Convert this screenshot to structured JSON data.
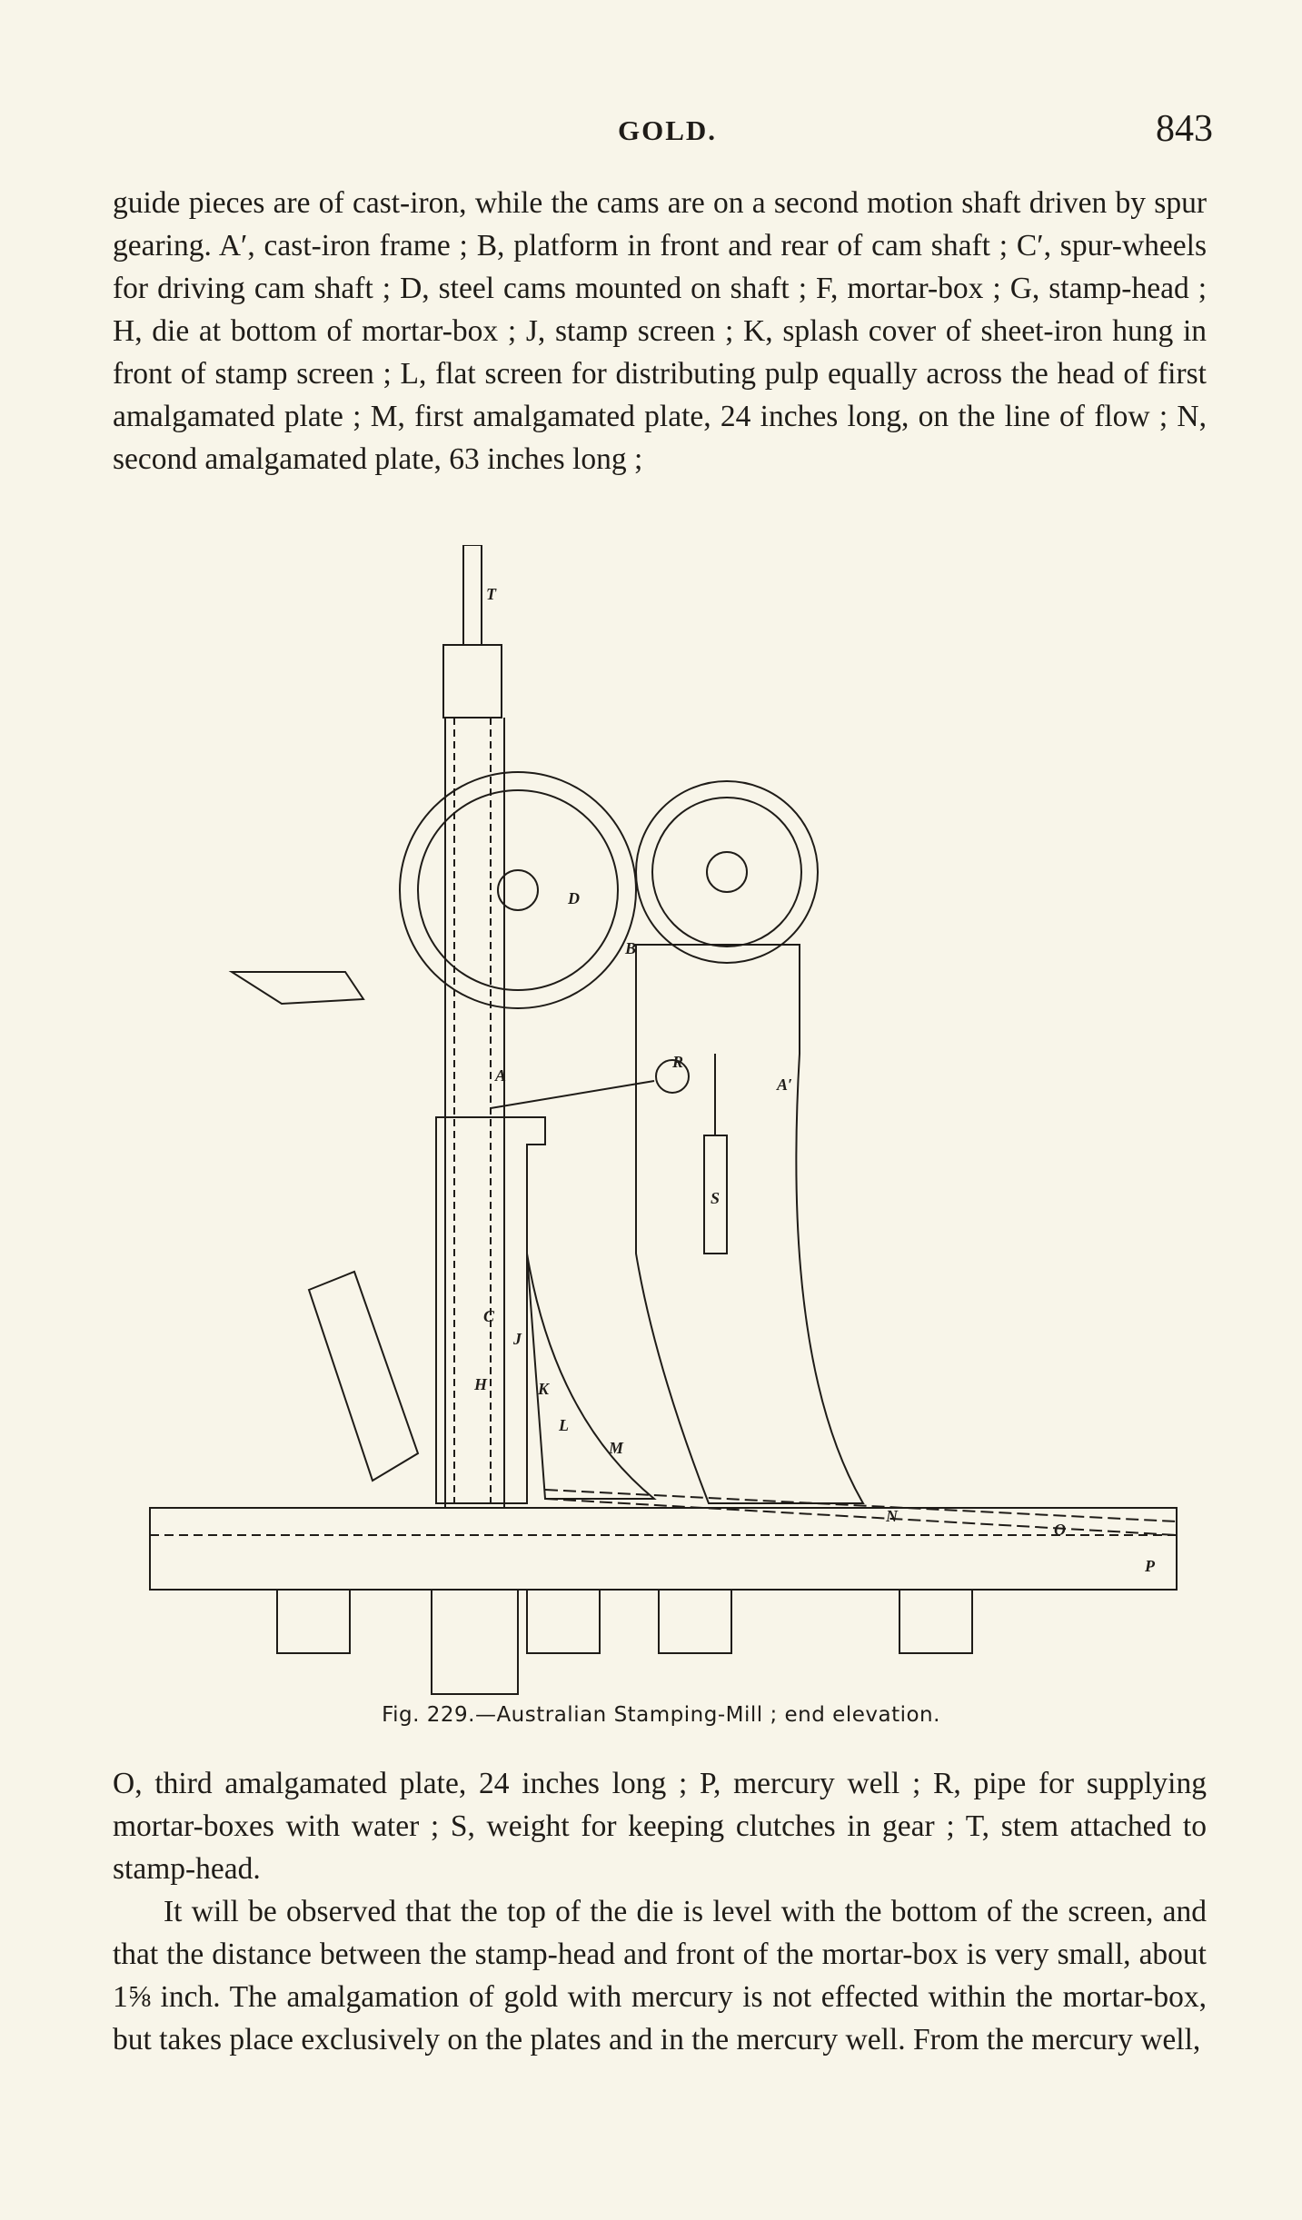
{
  "header": {
    "title": "GOLD.",
    "page_number": "843"
  },
  "text": {
    "paragraph_1": "guide pieces are of cast-iron, while the cams are on a second motion shaft driven by spur gearing. A′, cast-iron frame ; B, platform in front and rear of cam shaft ; C′, spur-wheels for driving cam shaft ; D, steel cams mounted on shaft ; F, mortar-box ; G, stamp-head ; H, die at bottom of mortar-box ; J, stamp screen ; K, splash cover of sheet-iron hung in front of stamp screen ; L, flat screen for distributing pulp equally across the head of first amalgamated plate ; M, first amalgamated plate, 24 inches long, on the line of flow ; N, second amalgamated plate, 63 inches long ;",
    "paragraph_2": "O, third amalgamated plate, 24 inches long ; P, mercury well ; R, pipe for supplying mortar-boxes with water ; S, weight for keeping clutches in gear ; T, stem attached to stamp-head.",
    "paragraph_3": "It will be observed that the top of the die is level with the bottom of the screen, and that the distance between the stamp-head and front of the mortar-box is very small, about 1⅝ inch. The amalgamation of gold with mercury is not effected within the mortar-box, but takes place exclusively on the plates and in the mercury well. From the mercury well,"
  },
  "figure": {
    "caption": "Fig. 229.—Australian Stamping-Mill ; end elevation.",
    "labels": {
      "T": "T",
      "D": "D",
      "B": "B",
      "A": "A",
      "A_prime": "A′",
      "R": "R",
      "S": "S",
      "C": "C",
      "J": "J",
      "H": "H",
      "K": "K",
      "L": "L",
      "M": "M",
      "N": "N",
      "O": "O",
      "P": "P"
    }
  }
}
